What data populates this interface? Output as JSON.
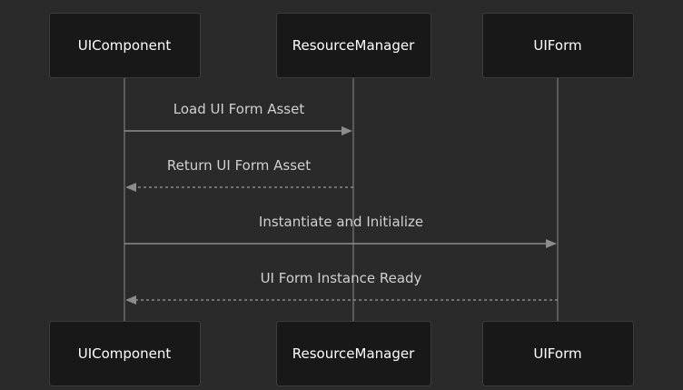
{
  "participants": [
    {
      "id": "uicomponent",
      "label": "UIComponent"
    },
    {
      "id": "resourcemanager",
      "label": "ResourceManager"
    },
    {
      "id": "uiform",
      "label": "UIForm"
    }
  ],
  "messages": [
    {
      "from": "uicomponent",
      "to": "resourcemanager",
      "label": "Load UI Form Asset",
      "style": "solid"
    },
    {
      "from": "resourcemanager",
      "to": "uicomponent",
      "label": "Return UI Form Asset",
      "style": "dashed"
    },
    {
      "from": "uicomponent",
      "to": "uiform",
      "label": "Instantiate and Initialize",
      "style": "solid"
    },
    {
      "from": "uiform",
      "to": "uicomponent",
      "label": "UI Form Instance Ready",
      "style": "dashed"
    }
  ],
  "colors": {
    "background": "#2a2a2a",
    "box_fill": "#181818",
    "box_stroke": "#3c3c3c",
    "lifeline": "#5a5a5a",
    "arrow": "#8c8c8c",
    "text": "#ffffff",
    "message_text": "#d0d0d0"
  }
}
